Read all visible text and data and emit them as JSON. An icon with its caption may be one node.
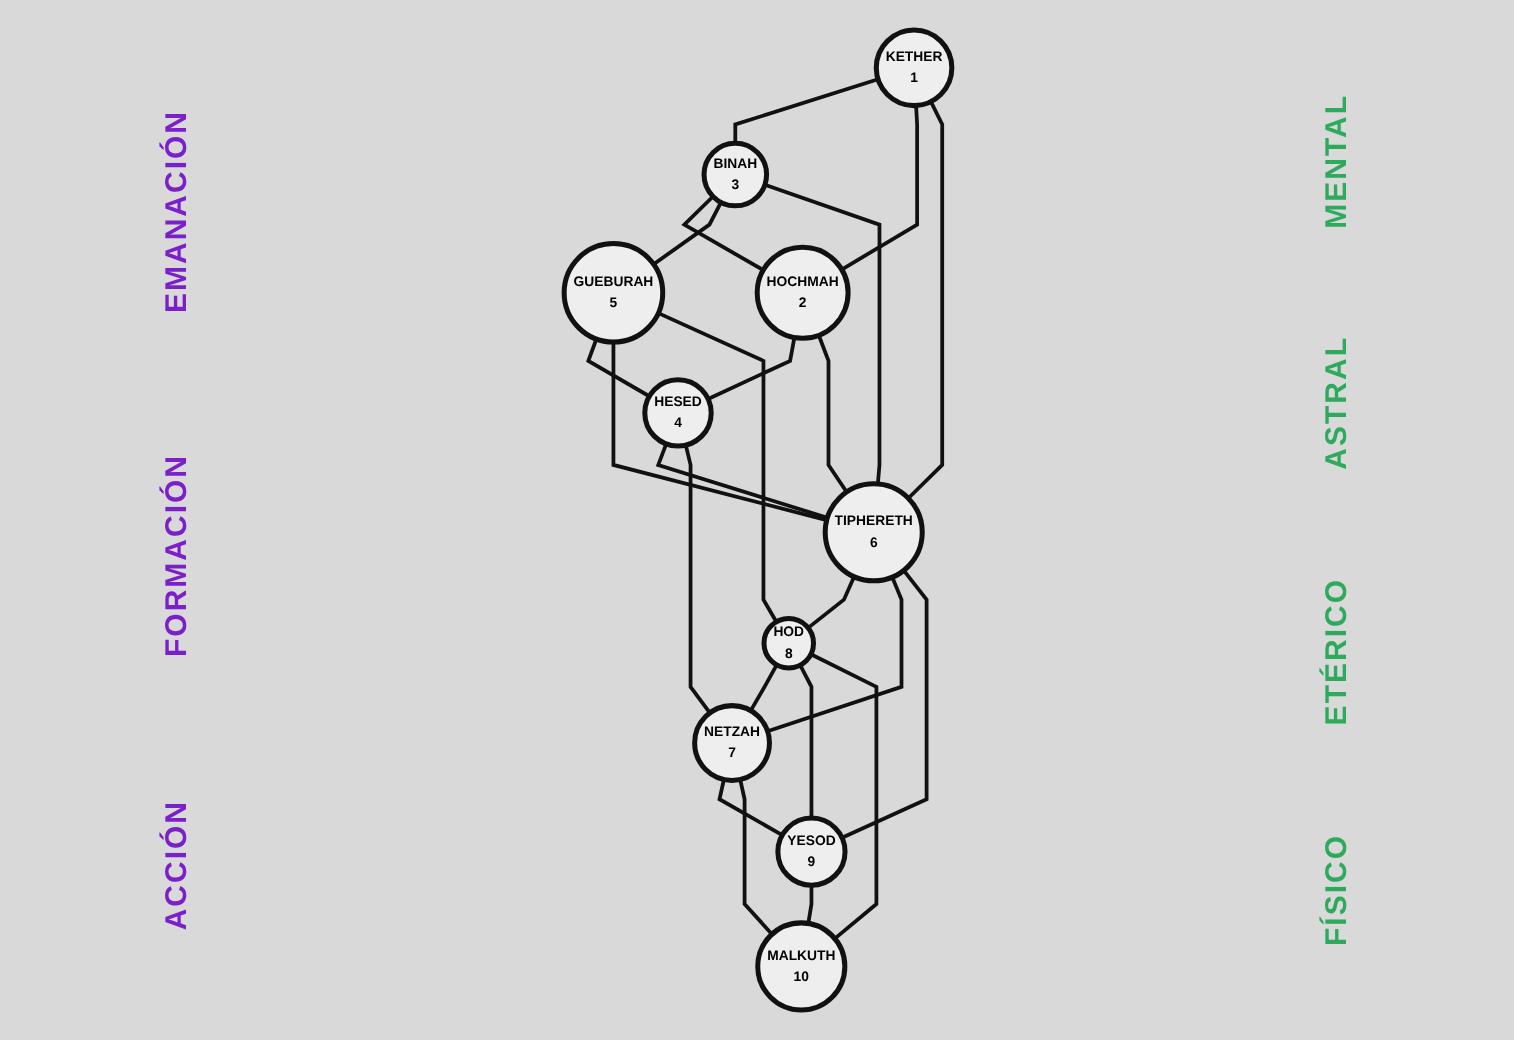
{
  "diagram": {
    "nodes": [
      {
        "text": [
          "KETHER",
          "1"
        ]
      },
      {
        "text": [
          "BINAH",
          "3"
        ]
      },
      {
        "text": [
          "HOCHMAH",
          "2"
        ]
      },
      {
        "text": [
          "GUEBURAH",
          "5"
        ]
      },
      {
        "text": [
          "HESED",
          "4"
        ]
      },
      {
        "text": [
          "TIPHERETH",
          "6"
        ]
      },
      {
        "text": [
          "HOD",
          "8"
        ]
      },
      {
        "text": [
          "NETZAH",
          "7"
        ]
      },
      {
        "text": [
          "YESOD",
          "9"
        ]
      },
      {
        "text": [
          "MALKUTH",
          "10"
        ]
      }
    ],
    "edges": [
      {
        "from": 0,
        "to": 1,
        "arrow": "none"
      },
      {
        "from": 0,
        "to": 2,
        "arrow": "none"
      },
      {
        "from": 0,
        "to": 5,
        "arrow": "none"
      },
      {
        "from": 1,
        "to": 2,
        "arrow": "none"
      },
      {
        "from": 1,
        "to": 3,
        "arrow": "none"
      },
      {
        "from": 1,
        "to": 5,
        "arrow": "none"
      },
      {
        "from": 2,
        "to": 4,
        "arrow": "none"
      },
      {
        "from": 2,
        "to": 5,
        "arrow": "none"
      },
      {
        "from": 3,
        "to": 4,
        "arrow": "none"
      },
      {
        "from": 3,
        "to": 5,
        "arrow": "none"
      },
      {
        "from": 3,
        "to": 6,
        "arrow": "none"
      },
      {
        "from": 4,
        "to": 5,
        "arrow": "none"
      },
      {
        "from": 4,
        "to": 7,
        "arrow": "none"
      },
      {
        "from": 5,
        "to": 6,
        "arrow": "none"
      },
      {
        "from": 5,
        "to": 7,
        "arrow": "none"
      },
      {
        "from": 5,
        "to": 8,
        "arrow": "none"
      },
      {
        "from": 6,
        "to": 7,
        "arrow": "none"
      },
      {
        "from": 6,
        "to": 8,
        "arrow": "none"
      },
      {
        "from": 7,
        "to": 8,
        "arrow": "none"
      },
      {
        "from": 6,
        "to": 9,
        "arrow": "none"
      },
      {
        "from": 7,
        "to": 9,
        "arrow": "none"
      },
      {
        "from": 8,
        "to": 9,
        "arrow": "none"
      }
    ],
    "labels": [
      "EMANACIÓN",
      "MENTAL",
      "ASTRAL",
      "FORMACIÓN",
      "ETÉRICO",
      "ACCIÓN",
      "FÍSICO"
    ]
  }
}
